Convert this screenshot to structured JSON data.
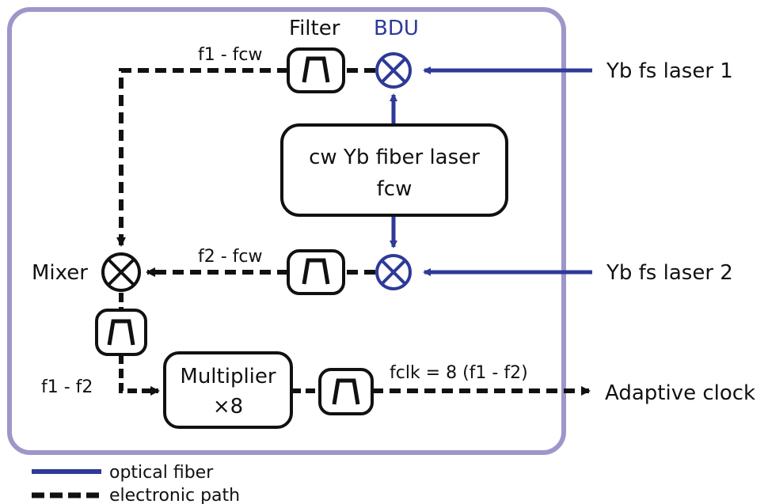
{
  "labels": {
    "filter": "Filter",
    "bdu": "BDU",
    "laser1": "Yb fs laser 1",
    "laser2": "Yb fs laser 2",
    "cw_line1": "cw Yb fiber laser",
    "cw_line2": "fcw",
    "f1_fcw": "f1 - fcw",
    "f2_fcw": "f2 - fcw",
    "mixer": "Mixer",
    "f1_f2": "f1 - f2",
    "multiplier_line1": "Multiplier",
    "multiplier_line2": "×8",
    "fclk": "fclk = 8 (f1 - f2)",
    "adaptive_clock": "Adaptive clock"
  },
  "legend": {
    "optical": "optical fiber",
    "electronic": "electronic path"
  },
  "colors": {
    "optical": "#2e3a97",
    "border": "#9d97c9",
    "electronic": "#111111"
  },
  "icons": {
    "mixer": "circle-x-icon",
    "filter": "bandpass-filter-icon",
    "arrow": "arrowhead-icon"
  }
}
